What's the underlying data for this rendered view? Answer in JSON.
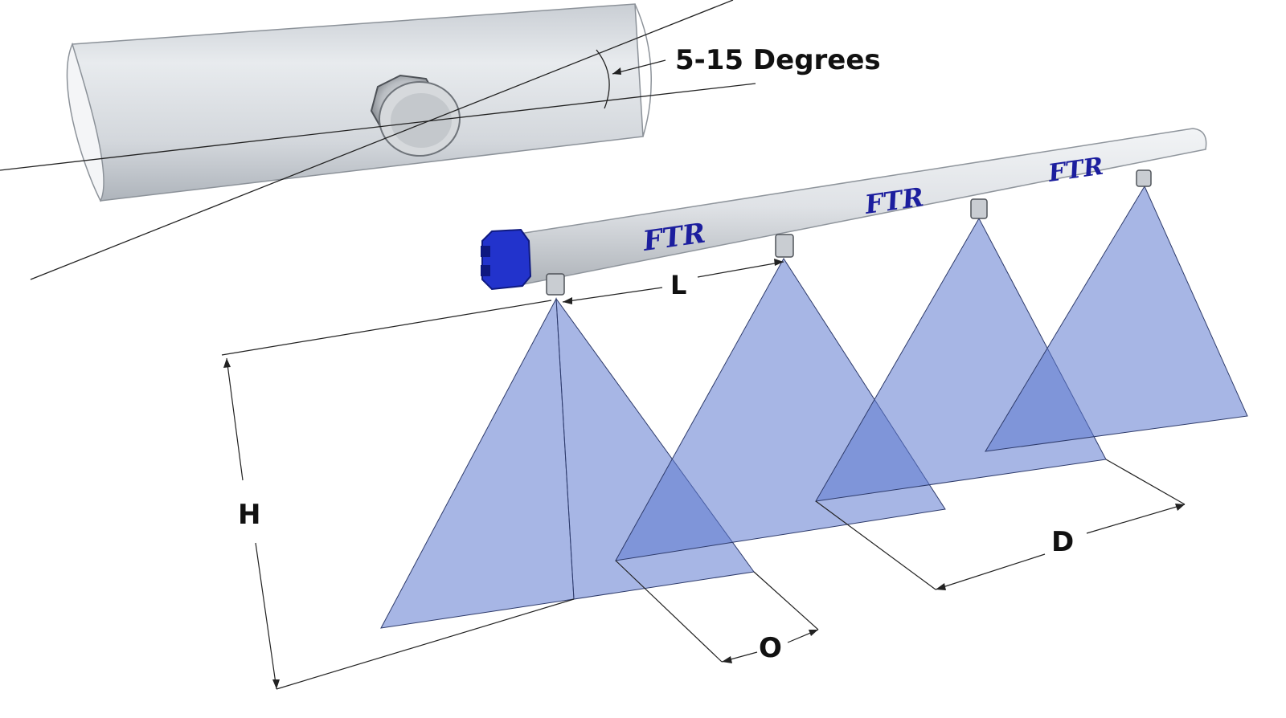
{
  "diagram": {
    "angle_label": "5-15 Degrees",
    "dimensions": {
      "nozzle_spacing": "L",
      "height": "H",
      "overlap": "O",
      "coverage_width": "D"
    },
    "logo_text": "FTR",
    "colors": {
      "spray": "#5f7ad0",
      "pipe": "#d9dde2",
      "pipe_edge": "#9aa0a8",
      "end_cap": "#2233cc",
      "logo": "#1c1e9e",
      "line": "#222222"
    }
  }
}
